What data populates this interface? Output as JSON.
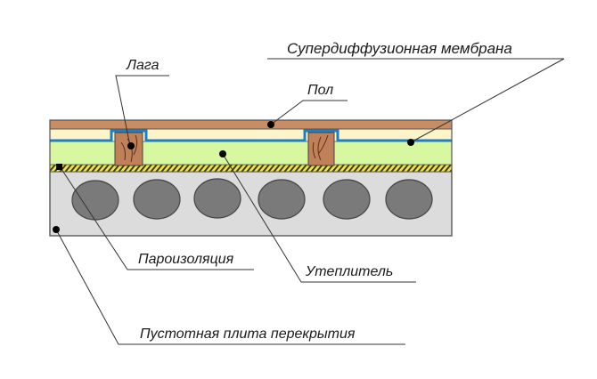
{
  "diagram": {
    "title": "Floor on hollow-core slab: layer cross-section",
    "labels": {
      "membrane": "Супердиффузионная мембрана",
      "joist": "Лага",
      "floor": "Пол",
      "vapor_barrier": "Пароизоляция",
      "insulation": "Утеплитель",
      "slab": "Пустотная плита перекрытия"
    },
    "colors": {
      "floor": "#c88d63",
      "cream_gap": "#fdf5c9",
      "membrane": "#1f7fc0",
      "insulation": "#d7f7a0",
      "vapor_hatch": "#f2e33a",
      "slab": "#dcdcdc",
      "hollow": "#7a7a7a",
      "joist": "#c0815a",
      "leader": "#333333"
    },
    "hollow_count": 6,
    "joist_count": 2
  }
}
